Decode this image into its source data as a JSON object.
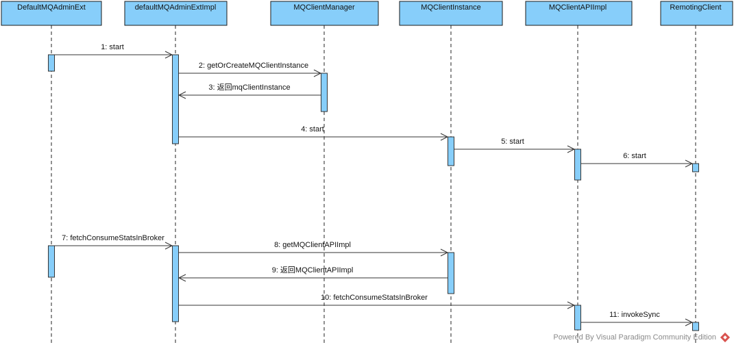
{
  "participants": [
    {
      "id": "p1",
      "name": "DefaultMQAdminExt"
    },
    {
      "id": "p2",
      "name": "defaultMQAdminExtImpl"
    },
    {
      "id": "p3",
      "name": "MQClientManager"
    },
    {
      "id": "p4",
      "name": "MQClientInstance"
    },
    {
      "id": "p5",
      "name": "MQClientAPIImpl"
    },
    {
      "id": "p6",
      "name": "RemotingClient"
    }
  ],
  "messages": [
    {
      "seq": 1,
      "label": "1: start",
      "from": "p1",
      "to": "p2"
    },
    {
      "seq": 2,
      "label": "2: getOrCreateMQClientInstance",
      "from": "p2",
      "to": "p3"
    },
    {
      "seq": 3,
      "label": "3: 返回mqClientInstance",
      "from": "p3",
      "to": "p2"
    },
    {
      "seq": 4,
      "label": "4: start",
      "from": "p2",
      "to": "p4"
    },
    {
      "seq": 5,
      "label": "5: start",
      "from": "p4",
      "to": "p5"
    },
    {
      "seq": 6,
      "label": "6: start",
      "from": "p5",
      "to": "p6"
    },
    {
      "seq": 7,
      "label": "7: fetchConsumeStatsInBroker",
      "from": "p1",
      "to": "p2"
    },
    {
      "seq": 8,
      "label": "8: getMQClientAPIImpl",
      "from": "p2",
      "to": "p4"
    },
    {
      "seq": 9,
      "label": "9: 返回MQClientAPIImpl",
      "from": "p4",
      "to": "p2"
    },
    {
      "seq": 10,
      "label": "10: fetchConsumeStatsInBroker",
      "from": "p2",
      "to": "p5"
    },
    {
      "seq": 11,
      "label": "11: invokeSync",
      "from": "p5",
      "to": "p6"
    }
  ],
  "colors": {
    "participant_fill": "#87cefa",
    "activation_fill": "#87cefa",
    "watermark_text": "#8a8a8a",
    "watermark_icon": "#d9534f"
  },
  "watermark": {
    "text": "Powered By Visual Paradigm Community Edition",
    "icon": "visual-paradigm-logo-icon"
  }
}
